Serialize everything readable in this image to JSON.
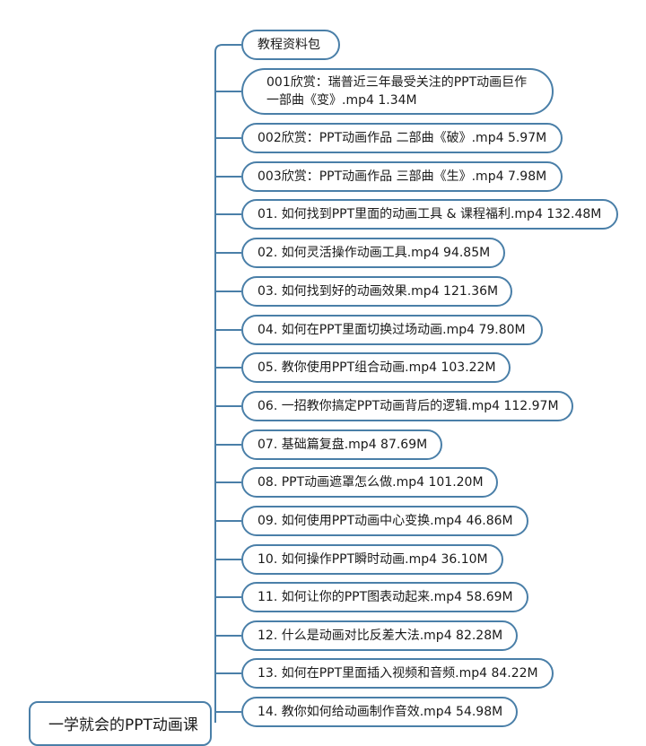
{
  "colors": {
    "line": "#4a7fa8",
    "text": "#1a1a1a",
    "background": "#ffffff"
  },
  "root": {
    "label": "一学就会的PPT动画课"
  },
  "children": [
    {
      "label": "教程资料包"
    },
    {
      "label": "001欣赏：瑞普近三年最受关注的PPT动画巨作一部曲《变》.mp4  1.34M"
    },
    {
      "label": "002欣赏：PPT动画作品 二部曲《破》.mp4  5.97M"
    },
    {
      "label": "003欣赏：PPT动画作品 三部曲《生》.mp4  7.98M"
    },
    {
      "label": "01. 如何找到PPT里面的动画工具 & 课程福利.mp4  132.48M"
    },
    {
      "label": "02. 如何灵活操作动画工具.mp4  94.85M"
    },
    {
      "label": "03. 如何找到好的动画效果.mp4  121.36M"
    },
    {
      "label": "04. 如何在PPT里面切换过场动画.mp4  79.80M"
    },
    {
      "label": "05. 教你使用PPT组合动画.mp4  103.22M"
    },
    {
      "label": "06. 一招教你搞定PPT动画背后的逻辑.mp4  112.97M"
    },
    {
      "label": "07. 基础篇复盘.mp4  87.69M"
    },
    {
      "label": "08. PPT动画遮罩怎么做.mp4  101.20M"
    },
    {
      "label": "09. 如何使用PPT动画中心变换.mp4  46.86M"
    },
    {
      "label": "10. 如何操作PPT瞬时动画.mp4  36.10M"
    },
    {
      "label": "11. 如何让你的PPT图表动起来.mp4  58.69M"
    },
    {
      "label": "12. 什么是动画对比反差大法.mp4  82.28M"
    },
    {
      "label": "13. 如何在PPT里面插入视频和音频.mp4  84.22M"
    },
    {
      "label": "14. 教你如何给动画制作音效.mp4  54.98M"
    }
  ]
}
